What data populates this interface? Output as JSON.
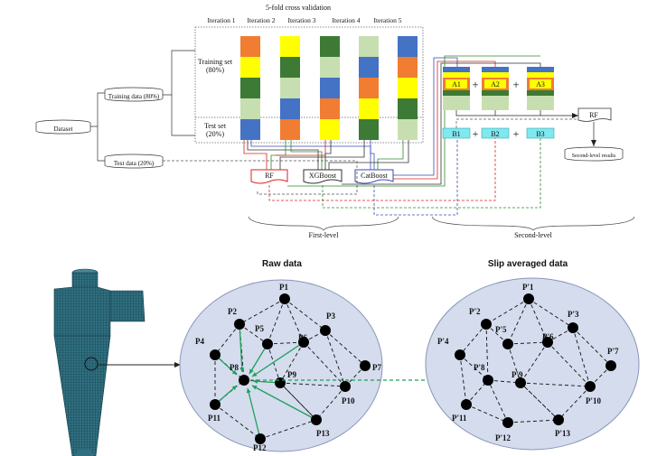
{
  "top": {
    "cv_title": "5-fold cross validation",
    "iterations": [
      "Iteration 1",
      "Iteration 2",
      "Iteration 3",
      "Iteration 4",
      "Iteration 5"
    ],
    "training_set": [
      "Training set",
      "(80%)"
    ],
    "test_set": [
      "Test set",
      "(20%)"
    ],
    "dataset": "Dataset",
    "training_data": "Training data (80%)",
    "test_data": "Test data (20%)",
    "models": [
      "RF",
      "XGBoost",
      "CatBoost"
    ],
    "a_boxes": [
      "A1",
      "A2",
      "A3"
    ],
    "b_boxes": [
      "B1",
      "B2",
      "B3"
    ],
    "plus": "+",
    "rf2": "RF",
    "second_results": "Second-level results",
    "first_level": "First-level",
    "second_level": "Second-level",
    "fold_colors": {
      "orange": "#f07d32",
      "yellow": "#ffff00",
      "dark_green": "#3d7a36",
      "light_green": "#c7dfb0",
      "blue": "#4472c4"
    }
  },
  "bottom": {
    "raw_title": "Raw data",
    "avg_title": "Slip averaged data",
    "raw_points": [
      "P1",
      "P2",
      "P3",
      "P4",
      "P5",
      "P6",
      "P7",
      "P8",
      "P9",
      "P10",
      "P11",
      "P12",
      "P13"
    ],
    "avg_points": [
      "P'1",
      "P'2",
      "P'3",
      "P'4",
      "P'5",
      "P'6",
      "P'7",
      "P'8",
      "P'9",
      "P'10",
      "P'11",
      "P'12",
      "P'13"
    ],
    "ellipse_fill": "#d4dced",
    "arrow_green": "#1fa05a"
  }
}
